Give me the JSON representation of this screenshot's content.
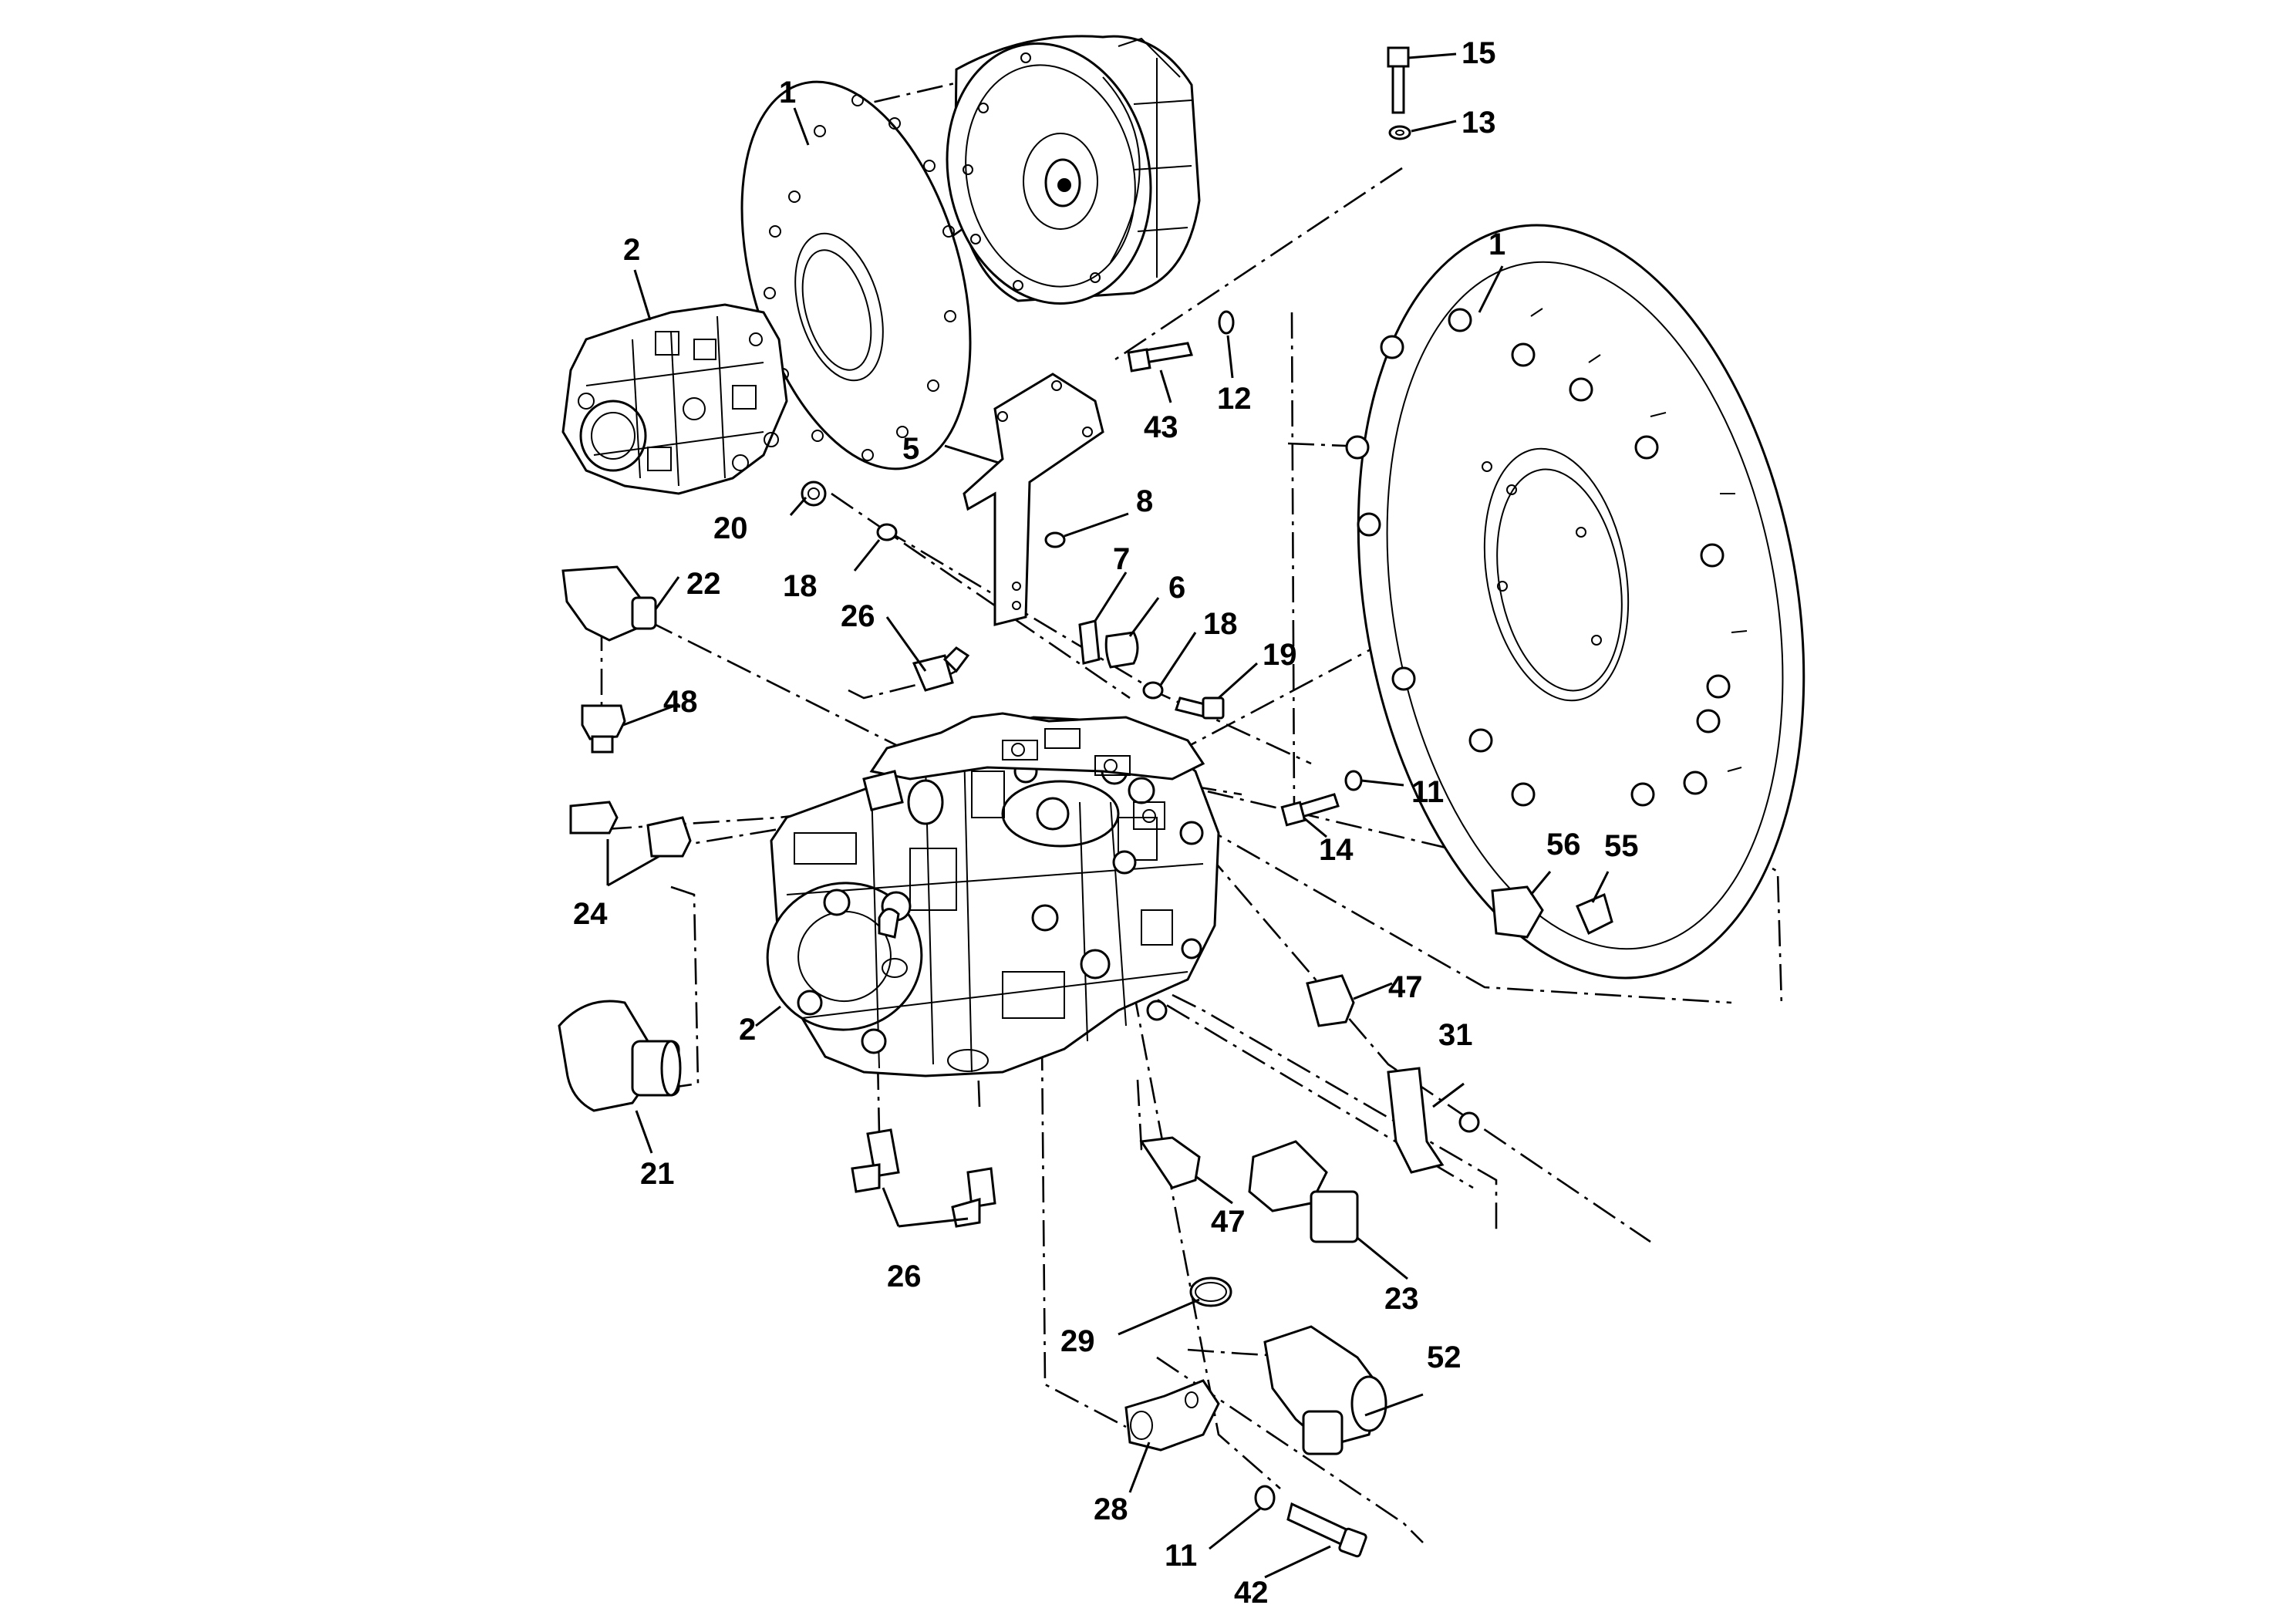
{
  "callouts": [
    {
      "id": "c1a",
      "text": "1"
    },
    {
      "id": "c1b",
      "text": "1"
    },
    {
      "id": "c2a",
      "text": "2"
    },
    {
      "id": "c2b",
      "text": "2"
    },
    {
      "id": "c5",
      "text": "5"
    },
    {
      "id": "c6",
      "text": "6"
    },
    {
      "id": "c7",
      "text": "7"
    },
    {
      "id": "c8",
      "text": "8"
    },
    {
      "id": "c11a",
      "text": "11"
    },
    {
      "id": "c11b",
      "text": "11"
    },
    {
      "id": "c12",
      "text": "12"
    },
    {
      "id": "c13",
      "text": "13"
    },
    {
      "id": "c14",
      "text": "14"
    },
    {
      "id": "c15",
      "text": "15"
    },
    {
      "id": "c18a",
      "text": "18"
    },
    {
      "id": "c18b",
      "text": "18"
    },
    {
      "id": "c19",
      "text": "19"
    },
    {
      "id": "c20",
      "text": "20"
    },
    {
      "id": "c21",
      "text": "21"
    },
    {
      "id": "c22",
      "text": "22"
    },
    {
      "id": "c23",
      "text": "23"
    },
    {
      "id": "c24",
      "text": "24"
    },
    {
      "id": "c26a",
      "text": "26"
    },
    {
      "id": "c26b",
      "text": "26"
    },
    {
      "id": "c28",
      "text": "28"
    },
    {
      "id": "c29",
      "text": "29"
    },
    {
      "id": "c31",
      "text": "31"
    },
    {
      "id": "c42",
      "text": "42"
    },
    {
      "id": "c43",
      "text": "43"
    },
    {
      "id": "c47a",
      "text": "47"
    },
    {
      "id": "c47b",
      "text": "47"
    },
    {
      "id": "c48",
      "text": "48"
    },
    {
      "id": "c52",
      "text": "52"
    },
    {
      "id": "c55",
      "text": "55"
    },
    {
      "id": "c56",
      "text": "56"
    }
  ]
}
